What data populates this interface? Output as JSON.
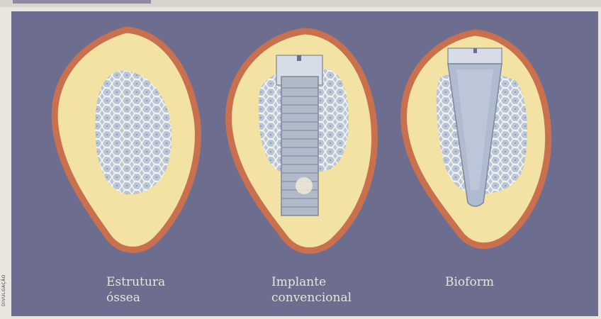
{
  "credit": "DIVULGAÇÃO",
  "colors": {
    "background": "#6d6e8f",
    "cortex_outline": "#c9714f",
    "cortical_bone": "#f2e2a4",
    "trabecular_fill": "#b9c6d8",
    "trabecular_lines": "#f6f4ee",
    "implant": "#b0b9c8",
    "caption_text": "#e8e3dc"
  },
  "figures": [
    {
      "caption_line1": "Estrutura",
      "caption_line2": "óssea"
    },
    {
      "caption_line1": "Implante",
      "caption_line2": "convencional"
    },
    {
      "caption_line1": "Bioform",
      "caption_line2": ""
    }
  ]
}
